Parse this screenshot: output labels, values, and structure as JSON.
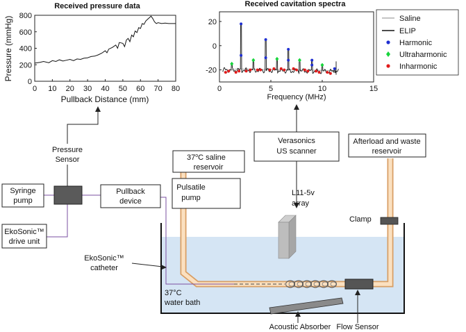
{
  "charts": {
    "pressure": {
      "title": "Received pressure data",
      "xlabel": "Pullback Distance (mm)",
      "ylabel": "Pressure (mmHg)",
      "xticks": [
        "0",
        "10",
        "20",
        "30",
        "40",
        "50",
        "60",
        "70",
        "80"
      ],
      "yticks": [
        "0",
        "200",
        "400",
        "600",
        "800"
      ]
    },
    "spectra": {
      "title": "Received cavitation spectra",
      "xlabel": "Frequency (MHz)",
      "xticks": [
        "0",
        "5",
        "10",
        "15"
      ],
      "yticks": [
        "20",
        "0",
        "-20"
      ],
      "legend": [
        "Saline",
        "ELIP",
        "Harmonic",
        "Ultraharmonic",
        "Inharmonic"
      ]
    }
  },
  "chart_data": [
    {
      "type": "line",
      "title": "Received pressure data",
      "xlabel": "Pullback Distance (mm)",
      "ylabel": "Pressure (mmHg)",
      "xlim": [
        0,
        80
      ],
      "ylim": [
        0,
        800
      ],
      "grid": false,
      "series": [
        {
          "x": [
            0,
            3,
            5,
            8,
            10,
            12,
            14,
            16,
            18,
            20,
            22,
            24,
            26,
            28,
            30,
            32,
            34,
            36,
            38,
            40,
            41,
            42,
            44,
            46,
            47,
            48,
            50,
            51,
            52,
            53,
            54,
            55,
            56,
            57,
            58,
            59,
            60,
            61,
            62,
            63,
            64,
            65,
            66,
            67,
            68,
            69,
            70,
            72,
            74,
            76,
            78,
            80
          ],
          "y": [
            220,
            230,
            240,
            225,
            250,
            240,
            260,
            245,
            255,
            265,
            250,
            270,
            265,
            280,
            285,
            300,
            305,
            320,
            340,
            370,
            345,
            390,
            410,
            440,
            400,
            470,
            460,
            420,
            500,
            520,
            480,
            560,
            540,
            610,
            590,
            650,
            640,
            700,
            690,
            730,
            750,
            770,
            790,
            760,
            720,
            700,
            710,
            700,
            705,
            700,
            700,
            700
          ]
        }
      ]
    },
    {
      "type": "line",
      "title": "Received cavitation spectra",
      "xlabel": "Frequency (MHz)",
      "xlim": [
        0,
        15
      ],
      "ylim": [
        -30,
        28
      ],
      "legend_position": "right",
      "series": [
        {
          "name": "Saline",
          "color": "#b0b0b0"
        },
        {
          "name": "ELIP",
          "color": "#111111"
        },
        {
          "name": "Harmonic",
          "color": "#1f2fd1",
          "x": [
            2.1,
            2.1,
            4.5,
            4.5,
            6.7,
            6.7,
            9.0,
            9.0,
            11.2
          ],
          "y": [
            18,
            -8,
            5,
            -10,
            -3,
            -12,
            -12,
            -16,
            -19
          ]
        },
        {
          "name": "Ultraharmonic",
          "color": "#16d43b",
          "x": [
            1.2,
            3.3,
            5.6,
            7.8,
            10.0
          ],
          "y": [
            -15,
            -12,
            -11,
            -12,
            -16
          ]
        },
        {
          "name": "Inharmonic",
          "color": "#e11b1b",
          "x": [
            0.6,
            0.9,
            1.6,
            1.9,
            2.6,
            3.0,
            3.7,
            4.0,
            4.9,
            5.3,
            6.0,
            6.3,
            7.2,
            7.5,
            8.3,
            8.6,
            9.4,
            9.7,
            10.5,
            10.8
          ],
          "y": [
            -22,
            -21,
            -22,
            -21,
            -21,
            -20,
            -20,
            -20,
            -20,
            -19,
            -19,
            -20,
            -19,
            -20,
            -20,
            -21,
            -21,
            -22,
            -22,
            -23
          ]
        }
      ]
    }
  ],
  "setup": {
    "verasonics": [
      "Verasonics",
      "US scanner"
    ],
    "afterload": [
      "Afterload and waste",
      "reservoir"
    ],
    "saline_reservoir": [
      "37",
      "o",
      "C saline",
      "reservoir"
    ],
    "pulsatile_pump": [
      "Pulsatile",
      "pump"
    ],
    "syringe_pump": [
      "Syringe",
      "pump"
    ],
    "pullback_device": [
      "Pullback",
      "device"
    ],
    "drive_unit": [
      "EkoSonic™",
      "drive unit"
    ],
    "pressure_sensor": [
      "Pressure",
      "Sensor"
    ],
    "array": [
      "L11-5v",
      "array"
    ],
    "clamp": "Clamp",
    "catheter": [
      "EkoSonic™",
      "catheter"
    ],
    "water_bath": [
      "37°C",
      "water bath"
    ],
    "absorber": "Acoustic Absorber",
    "flow_sensor": "Flow Sensor"
  }
}
